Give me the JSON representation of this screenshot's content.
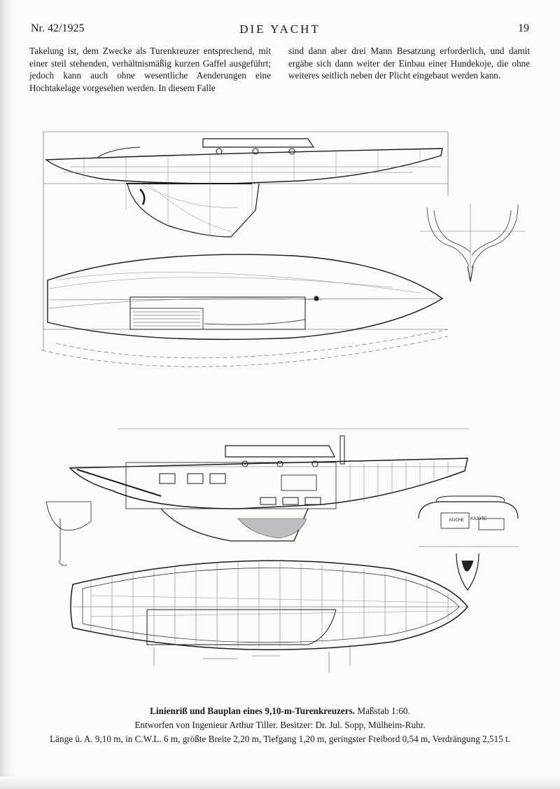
{
  "header": {
    "issue": "Nr. 42/1925",
    "journal": "DIE YACHT",
    "page_number": "19"
  },
  "text": {
    "left_column": "Takelung ist, dem Zwecke als Turenkreuzer entsprechend, mit einer steil stehenden, verhältnismäßig kurzen Gaffel ausgeführt; jedoch kann auch ohne wesentliche Aenderungen eine Hochtakelage vorgesehen werden. In diesem Falle",
    "right_column": "sind dann aber drei Mann Besatzung erforderlich, und damit ergäbe sich dann weiter der Einbau einer Hundekoje, die ohne weiteres seitlich neben der Plicht eingebaut werden kann."
  },
  "figure": {
    "caption_title": "Linienriß und Bauplan eines 9,10-m-Turenkreuzers.",
    "caption_scale": "Maßstab 1:60.",
    "caption_designer": "Entworfen von Ingenieur Arthur Tiller. Besitzer: Dr. Jul. Sopp, Mülheim-Ruhr.",
    "caption_dimensions": "Länge ü. A. 9,10 m, in C.W.L. 6 m, größte Breite 2,20 m, Tiefgang 1,20 m, geringster Freibord 0,54 m, Verdrängung 2,515 t."
  },
  "drawing_labels": {
    "kueche": "KÜCHE",
    "kajuete": "KAJÜTE"
  }
}
